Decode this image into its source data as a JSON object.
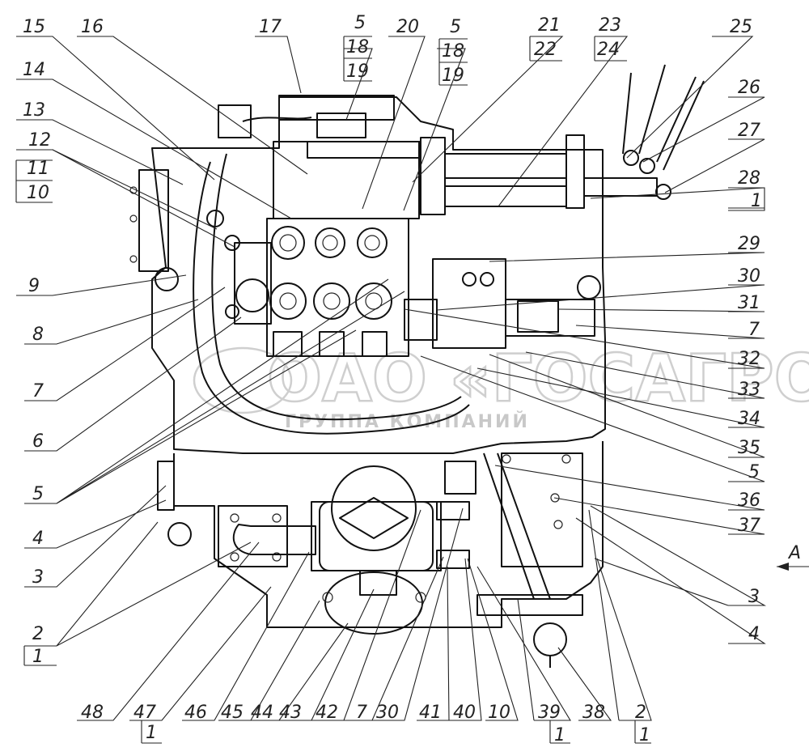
{
  "figure": {
    "view_label": "A",
    "watermark": {
      "brand": "ОАО «ГОСАГРО»",
      "subtitle": "ГРУППА КОМПАНИЙ"
    }
  },
  "callouts": [
    {
      "id": "c15",
      "text": "15"
    },
    {
      "id": "c16",
      "text": "16"
    },
    {
      "id": "c17",
      "text": "17"
    },
    {
      "id": "c5a",
      "text": "5"
    },
    {
      "id": "c18a",
      "text": "18"
    },
    {
      "id": "c19a",
      "text": "19"
    },
    {
      "id": "c20",
      "text": "20"
    },
    {
      "id": "c5b",
      "text": "5"
    },
    {
      "id": "c18b",
      "text": "18"
    },
    {
      "id": "c19b",
      "text": "19"
    },
    {
      "id": "c21",
      "text": "21"
    },
    {
      "id": "c22",
      "text": "22"
    },
    {
      "id": "c23",
      "text": "23"
    },
    {
      "id": "c24",
      "text": "24"
    },
    {
      "id": "c25",
      "text": "25"
    },
    {
      "id": "c14",
      "text": "14"
    },
    {
      "id": "c13",
      "text": "13"
    },
    {
      "id": "c26",
      "text": "26"
    },
    {
      "id": "c12",
      "text": "12"
    },
    {
      "id": "c11",
      "text": "11"
    },
    {
      "id": "c10a",
      "text": "10"
    },
    {
      "id": "c27",
      "text": "27"
    },
    {
      "id": "c28",
      "text": "28"
    },
    {
      "id": "c1a",
      "text": "1"
    },
    {
      "id": "c29",
      "text": "29"
    },
    {
      "id": "c9",
      "text": "9"
    },
    {
      "id": "c30a",
      "text": "30"
    },
    {
      "id": "c31",
      "text": "31"
    },
    {
      "id": "c8",
      "text": "8"
    },
    {
      "id": "c7a",
      "text": "7"
    },
    {
      "id": "c32",
      "text": "32"
    },
    {
      "id": "c7b",
      "text": "7"
    },
    {
      "id": "c33",
      "text": "33"
    },
    {
      "id": "c34",
      "text": "34"
    },
    {
      "id": "c6",
      "text": "6"
    },
    {
      "id": "c35",
      "text": "35"
    },
    {
      "id": "c5c",
      "text": "5"
    },
    {
      "id": "c5d",
      "text": "5"
    },
    {
      "id": "c36",
      "text": "36"
    },
    {
      "id": "c37",
      "text": "37"
    },
    {
      "id": "c4a",
      "text": "4"
    },
    {
      "id": "c3a",
      "text": "3"
    },
    {
      "id": "c3b",
      "text": "3"
    },
    {
      "id": "c2a",
      "text": "2"
    },
    {
      "id": "c1b",
      "text": "1"
    },
    {
      "id": "c4b",
      "text": "4"
    },
    {
      "id": "c48",
      "text": "48"
    },
    {
      "id": "c47",
      "text": "47"
    },
    {
      "id": "c1c",
      "text": "1"
    },
    {
      "id": "c46",
      "text": "46"
    },
    {
      "id": "c45",
      "text": "45"
    },
    {
      "id": "c44",
      "text": "44"
    },
    {
      "id": "c43",
      "text": "43"
    },
    {
      "id": "c42",
      "text": "42"
    },
    {
      "id": "c7c",
      "text": "7"
    },
    {
      "id": "c30b",
      "text": "30"
    },
    {
      "id": "c41",
      "text": "41"
    },
    {
      "id": "c40",
      "text": "40"
    },
    {
      "id": "c10b",
      "text": "10"
    },
    {
      "id": "c39",
      "text": "39"
    },
    {
      "id": "c1d",
      "text": "1"
    },
    {
      "id": "c38",
      "text": "38"
    },
    {
      "id": "c2b",
      "text": "2"
    },
    {
      "id": "c1e",
      "text": "1"
    }
  ]
}
